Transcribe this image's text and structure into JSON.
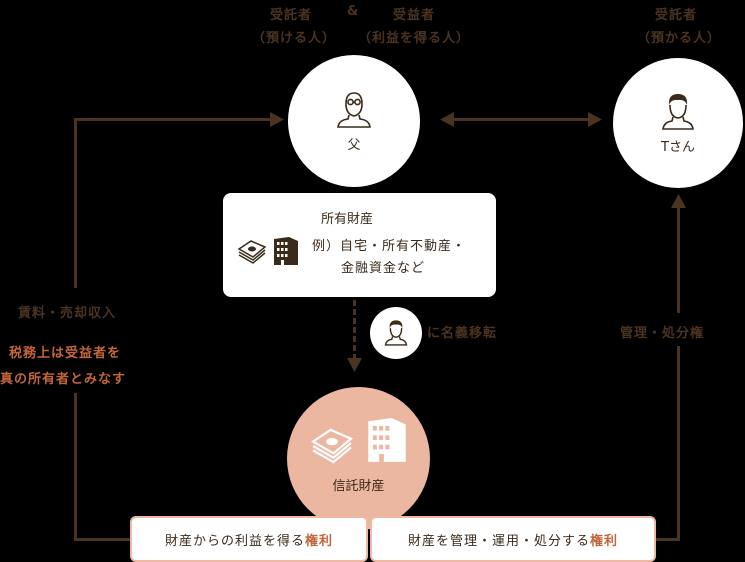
{
  "top_labels": {
    "settlor_beneficiary": {
      "role1": "受託者",
      "amp": "&",
      "role2": "受益者",
      "desc1": "（預ける人）",
      "desc2": "（利益を得る人）"
    },
    "trustee": {
      "role": "受託者",
      "desc": "（預かる人）"
    }
  },
  "nodes": {
    "father": {
      "name": "父",
      "icon": "person-glasses-icon"
    },
    "trustee": {
      "name": "Tさん",
      "icon": "person-icon"
    },
    "trust_property": {
      "name": "信託財産",
      "icon": "money-building-icon"
    }
  },
  "property_box": {
    "title": "所有財産",
    "line1": "例）自宅・所有不動産・",
    "line2": "金融資金など"
  },
  "transfer": {
    "label": "に名義移転"
  },
  "left_flow": {
    "income": "賃料・売却収入",
    "note_line1": "税務上は受益者を",
    "note_line2": "真の所有者とみなす"
  },
  "right_flow": {
    "label": "管理・処分権"
  },
  "rights": {
    "left": {
      "text": "財産からの利益を得る",
      "accent": "権利"
    },
    "right": {
      "text": "財産を管理・運用・処分する",
      "accent": "権利"
    }
  },
  "colors": {
    "background": "#000000",
    "line": "#4a3320",
    "accent": "#c2663a",
    "trust_circle": "#ecb7a1",
    "rights_border": "#f0b9a4"
  }
}
